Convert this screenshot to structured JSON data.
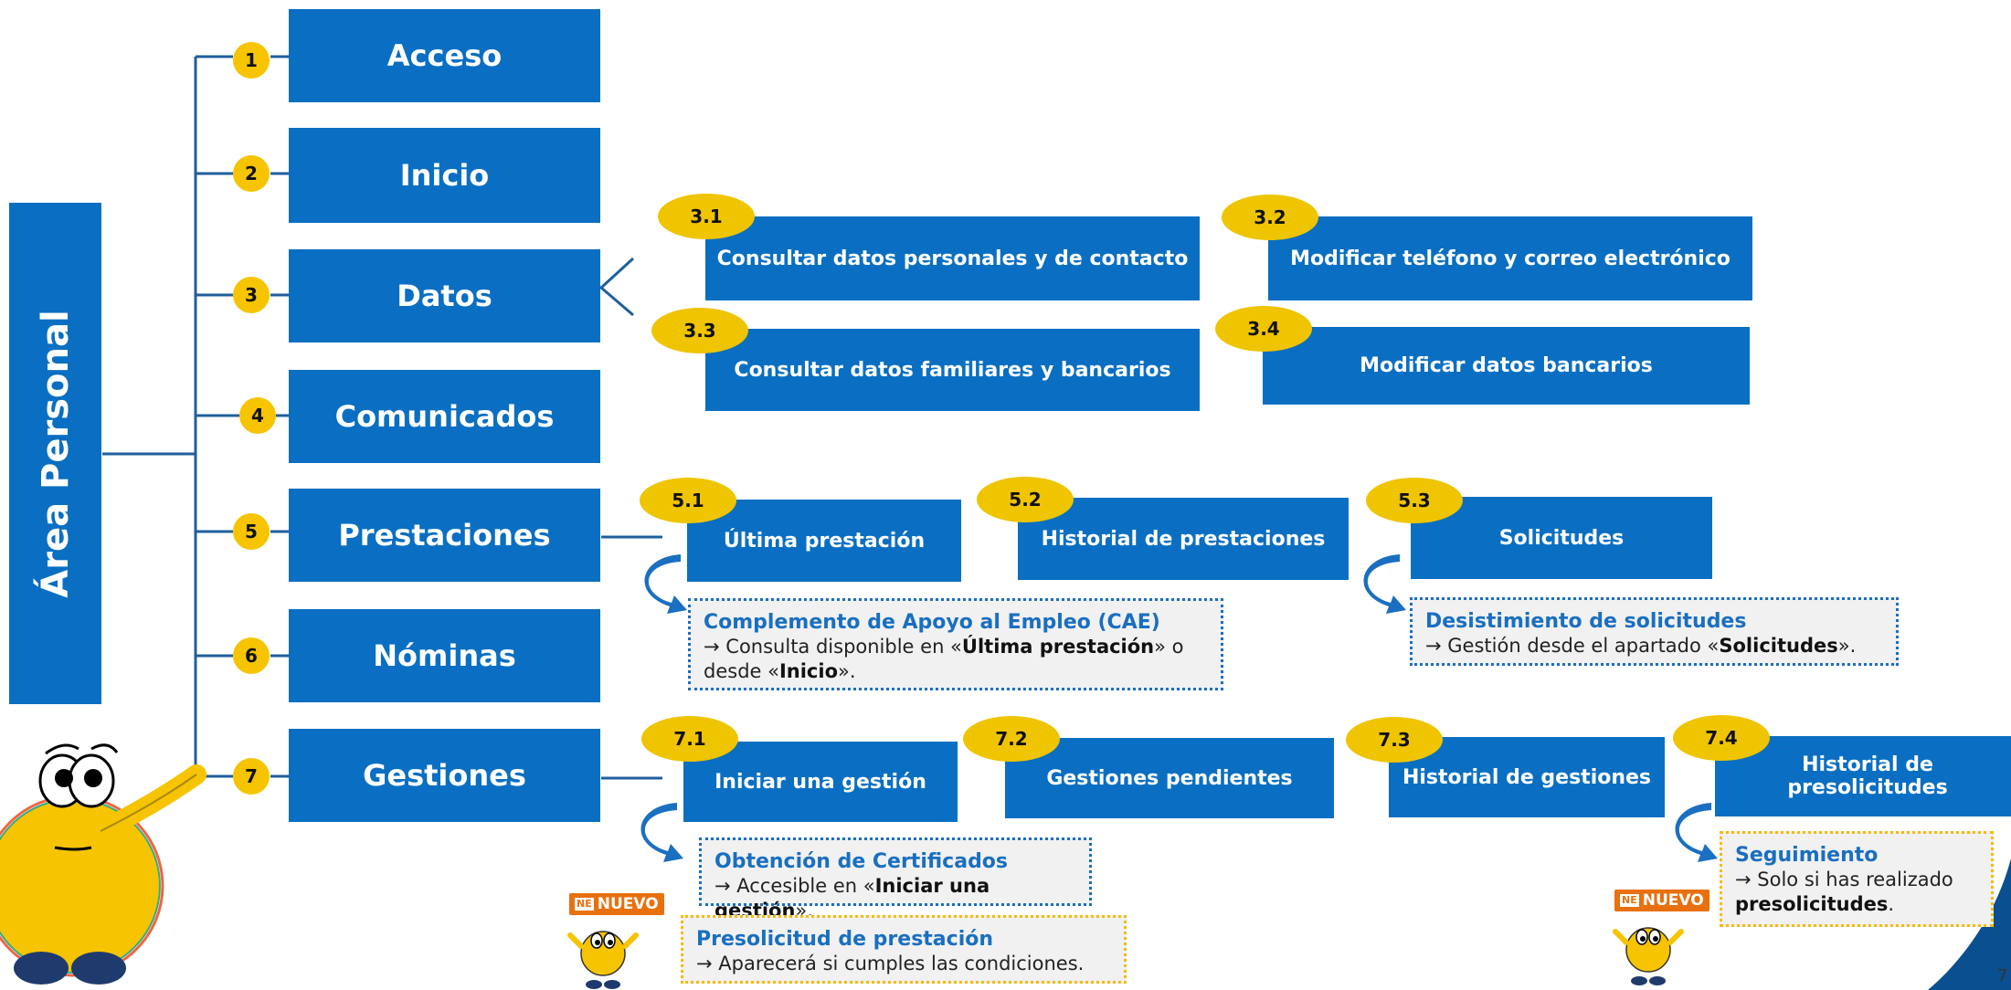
{
  "colors": {
    "accent": "#0a6fc2",
    "yellow": "#f6c400",
    "badge": "#e8700e"
  },
  "area_title": "Área Personal",
  "main_items": [
    {
      "num": "1",
      "label": "Acceso"
    },
    {
      "num": "2",
      "label": "Inicio"
    },
    {
      "num": "3",
      "label": "Datos"
    },
    {
      "num": "4",
      "label": "Comunicados"
    },
    {
      "num": "5",
      "label": "Prestaciones"
    },
    {
      "num": "6",
      "label": "Nóminas"
    },
    {
      "num": "7",
      "label": "Gestiones"
    }
  ],
  "datos": [
    {
      "tag": "3.1",
      "label": "Consultar datos personales y de contacto"
    },
    {
      "tag": "3.2",
      "label": "Modificar teléfono y correo electrónico"
    },
    {
      "tag": "3.3",
      "label": "Consultar datos familiares y bancarios"
    },
    {
      "tag": "3.4",
      "label": "Modificar datos bancarios"
    }
  ],
  "prestaciones": [
    {
      "tag": "5.1",
      "label": "Última prestación"
    },
    {
      "tag": "5.2",
      "label": "Historial de prestaciones"
    },
    {
      "tag": "5.3",
      "label": "Solicitudes"
    }
  ],
  "gestiones": [
    {
      "tag": "7.1",
      "label": "Iniciar una gestión"
    },
    {
      "tag": "7.2",
      "label": "Gestiones pendientes"
    },
    {
      "tag": "7.3",
      "label": "Historial de gestiones"
    },
    {
      "tag": "7.4",
      "label": "Historial de presolicitudes"
    }
  ],
  "notes": {
    "cae": {
      "title": "Complemento de Apoyo al Empleo (CAE)",
      "arrow": "→",
      "t1": " Consulta disponible en «",
      "b1": "Última prestación",
      "t2": "» o desde «",
      "b2": "Inicio",
      "t3": "»."
    },
    "desist": {
      "title": "Desistimiento de solicitudes",
      "arrow": "→",
      "t1": " Gestión desde el apartado «",
      "b1": "Solicitudes",
      "t2": "»."
    },
    "cert": {
      "title": "Obtención de Certificados",
      "arrow": "→",
      "t1": " Accesible en «",
      "b1": "Iniciar una gestión",
      "t2": "»."
    },
    "presol": {
      "title": "Presolicitud de prestación",
      "arrow": "→",
      "t1": " Aparecerá si cumples las condiciones."
    },
    "seguimiento": {
      "title": "Seguimiento",
      "arrow": "→",
      "t1": " Solo si has realizado ",
      "b1": "presolicitudes",
      "t2": "."
    }
  },
  "badge_label": "NUEVO",
  "badge_icon": "NE",
  "page_number": "7"
}
